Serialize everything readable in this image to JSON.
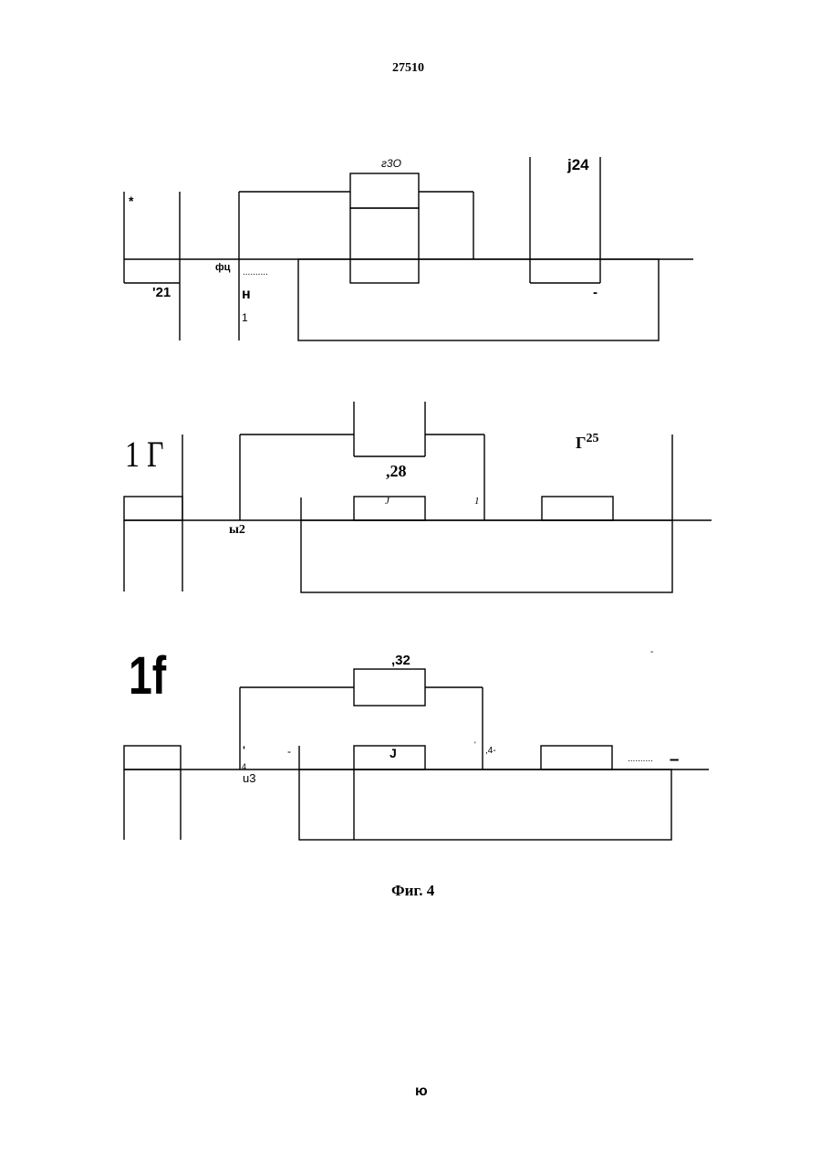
{
  "header": {
    "page_number": "27510"
  },
  "figure": {
    "caption": "Фиг. 4",
    "diagram_1": {
      "labels": {
        "g30": "г3О",
        "j24": "j24",
        "star": "*",
        "n21": "'21",
        "phi": "фц",
        "dots": "..........",
        "n": "н",
        "one": "1",
        "dash": "-"
      }
    },
    "diagram_2": {
      "labels": {
        "fig_mark": "1 Г",
        "n28": ",28",
        "g25_letter": "Г",
        "g25_sup": "25",
        "j_small": "J",
        "one_small": "1",
        "y2": "ы2"
      }
    },
    "diagram_3": {
      "labels": {
        "fig_mark": "1f",
        "n32": ",32",
        "top_dash": "-",
        "tick": "'",
        "dash": "-",
        "j": "J",
        "tick2": "'",
        "n4": ",4-",
        "dots": "..........",
        "squares": "▪▪▪▪▪",
        "small4": "4",
        "u3": "u3"
      }
    }
  },
  "footer": {
    "mark": "ю"
  }
}
